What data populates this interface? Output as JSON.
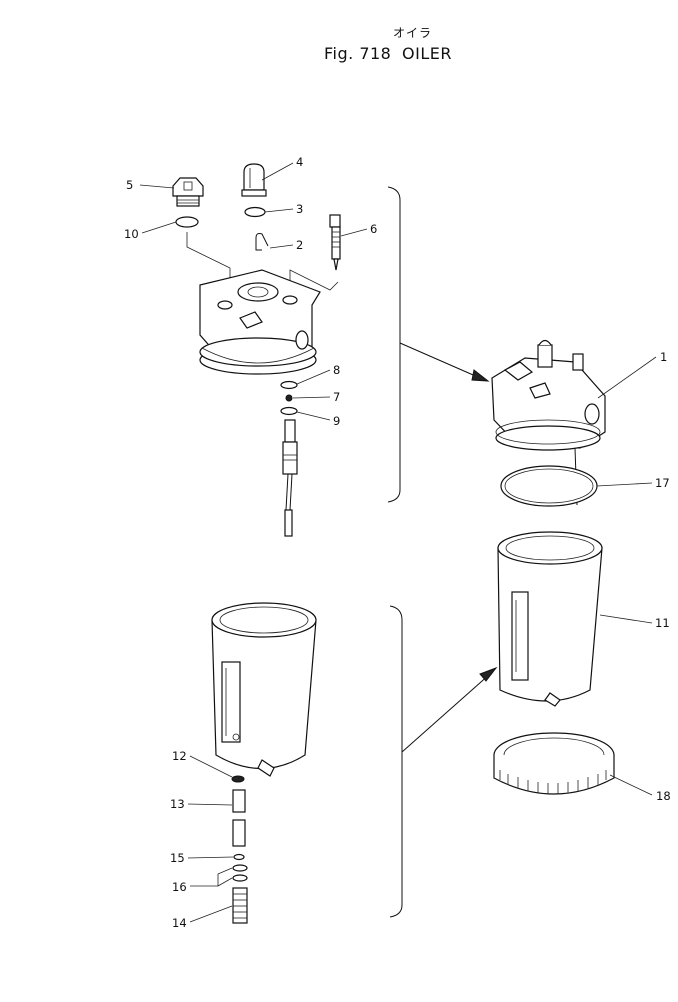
{
  "header": {
    "kana": "オイラ",
    "fig_number": "Fig. 718",
    "title": "OILER"
  },
  "callouts": [
    "1",
    "2",
    "3",
    "4",
    "5",
    "6",
    "7",
    "8",
    "9",
    "10",
    "11",
    "12",
    "13",
    "14",
    "15",
    "16",
    "17",
    "18"
  ],
  "colors": {
    "ink": "#111111",
    "paper": "#ffffff"
  }
}
